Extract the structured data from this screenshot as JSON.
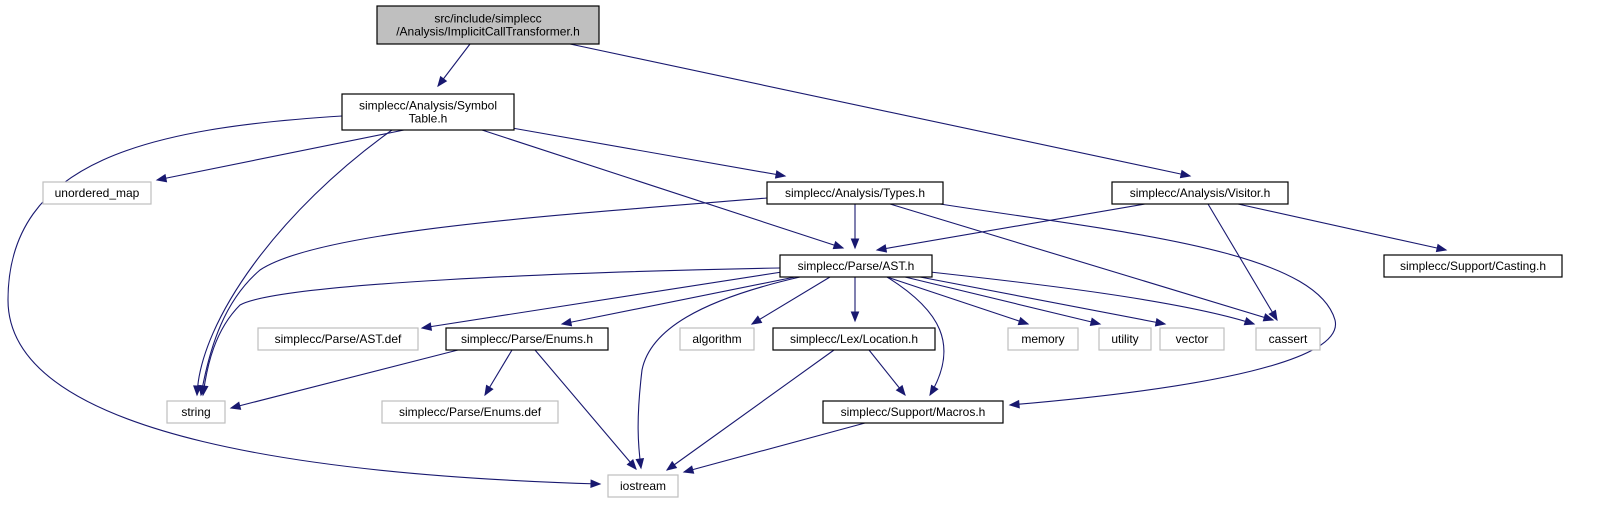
{
  "graph": {
    "colors": {
      "edge": "#191970",
      "root_fill": "#bfbfbf",
      "node_border": "#000000",
      "external_border": "#bfbfbf",
      "text": "#000000"
    },
    "nodes": [
      {
        "id": "root",
        "lines": [
          "src/include/simplecc",
          "/Analysis/ImplicitCallTransformer.h"
        ],
        "kind": "root"
      },
      {
        "id": "symtab",
        "lines": [
          "simplecc/Analysis/Symbol",
          "Table.h"
        ],
        "kind": "local"
      },
      {
        "id": "unordered_map",
        "lines": [
          "unordered_map"
        ],
        "kind": "external"
      },
      {
        "id": "types",
        "lines": [
          "simplecc/Analysis/Types.h"
        ],
        "kind": "local"
      },
      {
        "id": "visitor",
        "lines": [
          "simplecc/Analysis/Visitor.h"
        ],
        "kind": "local"
      },
      {
        "id": "ast",
        "lines": [
          "simplecc/Parse/AST.h"
        ],
        "kind": "local"
      },
      {
        "id": "casting",
        "lines": [
          "simplecc/Support/Casting.h"
        ],
        "kind": "local"
      },
      {
        "id": "astdef",
        "lines": [
          "simplecc/Parse/AST.def"
        ],
        "kind": "external"
      },
      {
        "id": "enums",
        "lines": [
          "simplecc/Parse/Enums.h"
        ],
        "kind": "local"
      },
      {
        "id": "algorithm",
        "lines": [
          "algorithm"
        ],
        "kind": "external"
      },
      {
        "id": "location",
        "lines": [
          "simplecc/Lex/Location.h"
        ],
        "kind": "local"
      },
      {
        "id": "memory",
        "lines": [
          "memory"
        ],
        "kind": "external"
      },
      {
        "id": "utility",
        "lines": [
          "utility"
        ],
        "kind": "external"
      },
      {
        "id": "vector",
        "lines": [
          "vector"
        ],
        "kind": "external"
      },
      {
        "id": "cassert",
        "lines": [
          "cassert"
        ],
        "kind": "external"
      },
      {
        "id": "string",
        "lines": [
          "string"
        ],
        "kind": "external"
      },
      {
        "id": "enumsdef",
        "lines": [
          "simplecc/Parse/Enums.def"
        ],
        "kind": "external"
      },
      {
        "id": "macros",
        "lines": [
          "simplecc/Support/Macros.h"
        ],
        "kind": "local"
      },
      {
        "id": "iostream",
        "lines": [
          "iostream"
        ],
        "kind": "external"
      }
    ],
    "edges": [
      {
        "from": "root",
        "to": "symtab"
      },
      {
        "from": "root",
        "to": "visitor"
      },
      {
        "from": "symtab",
        "to": "iostream"
      },
      {
        "from": "symtab",
        "to": "unordered_map"
      },
      {
        "from": "symtab",
        "to": "string"
      },
      {
        "from": "symtab",
        "to": "ast"
      },
      {
        "from": "symtab",
        "to": "types"
      },
      {
        "from": "types",
        "to": "string"
      },
      {
        "from": "types",
        "to": "ast"
      },
      {
        "from": "types",
        "to": "cassert"
      },
      {
        "from": "types",
        "to": "macros"
      },
      {
        "from": "visitor",
        "to": "ast"
      },
      {
        "from": "visitor",
        "to": "cassert"
      },
      {
        "from": "visitor",
        "to": "casting"
      },
      {
        "from": "ast",
        "to": "string"
      },
      {
        "from": "ast",
        "to": "astdef"
      },
      {
        "from": "ast",
        "to": "enums"
      },
      {
        "from": "ast",
        "to": "iostream"
      },
      {
        "from": "ast",
        "to": "algorithm"
      },
      {
        "from": "ast",
        "to": "location"
      },
      {
        "from": "ast",
        "to": "macros"
      },
      {
        "from": "ast",
        "to": "memory"
      },
      {
        "from": "ast",
        "to": "utility"
      },
      {
        "from": "ast",
        "to": "vector"
      },
      {
        "from": "ast",
        "to": "cassert"
      },
      {
        "from": "enums",
        "to": "string"
      },
      {
        "from": "enums",
        "to": "enumsdef"
      },
      {
        "from": "enums",
        "to": "iostream"
      },
      {
        "from": "location",
        "to": "iostream"
      },
      {
        "from": "location",
        "to": "macros"
      },
      {
        "from": "macros",
        "to": "iostream"
      }
    ]
  }
}
